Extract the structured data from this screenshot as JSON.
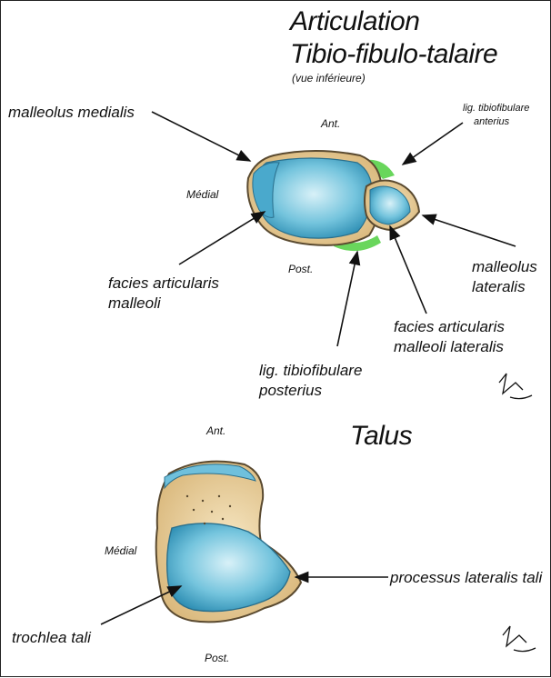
{
  "top": {
    "title_line1": "Articulation",
    "title_line2": "Tibio-fibulo-talaire",
    "subtitle": "(vue inférieure)",
    "labels": {
      "malleolus_medialis": "malleolus medialis",
      "lig_ant_line1": "lig. tibiofibulare",
      "lig_ant_line2": "anterius",
      "ant": "Ant.",
      "medial": "Médial",
      "post": "Post.",
      "facies_art_line1": "facies articularis",
      "facies_art_line2": "malleoli",
      "malleolus_lateralis_line1": "malleolus",
      "malleolus_lateralis_line2": "lateralis",
      "facies_lat_line1": "facies articularis",
      "facies_lat_line2": "malleoli lateralis",
      "lig_post_line1": "lig. tibiofibulare",
      "lig_post_line2": "posterius"
    }
  },
  "bottom": {
    "title": "Talus",
    "labels": {
      "ant": "Ant.",
      "medial": "Médial",
      "post": "Post.",
      "processus": "processus lateralis tali",
      "trochlea": "trochlea tali"
    }
  },
  "colors": {
    "bone": "#e9d3a3",
    "bone_edge": "#5a4a30",
    "cartilage": "#5fb8d6",
    "cartilage_light": "#bfe6f2",
    "ligament": "#4fcf3f"
  },
  "icons": [
    "signature-mark"
  ]
}
